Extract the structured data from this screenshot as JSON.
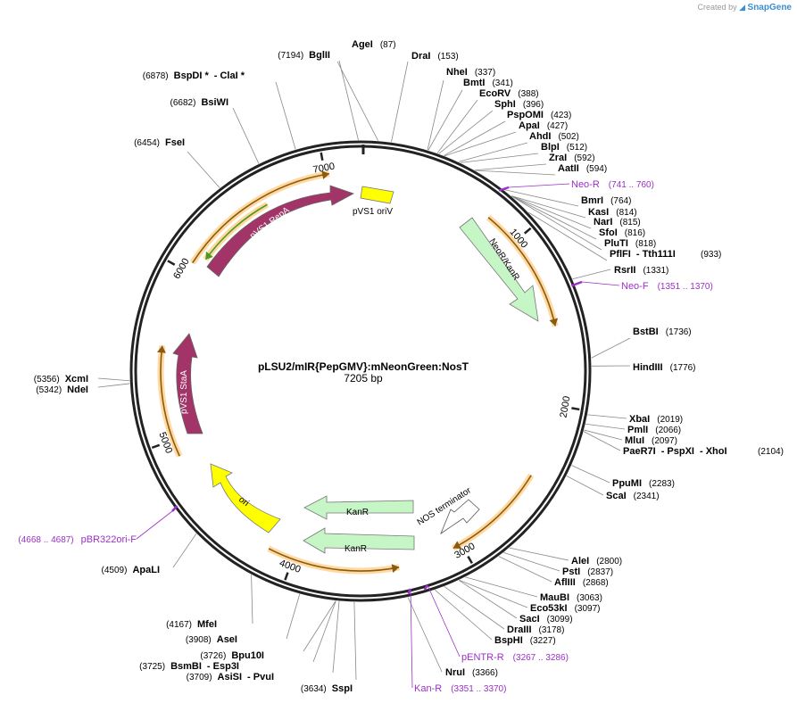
{
  "watermark": {
    "created_by": "Created by",
    "brand": "SnapGene"
  },
  "plasmid": {
    "name": "pLSU2/mIR{PepGMV}:mNeonGreen:NosT",
    "length_label": "7205 bp",
    "length": 7205
  },
  "ticks": [
    "1000",
    "2000",
    "3000",
    "4000",
    "5000",
    "6000",
    "7000"
  ],
  "enzymes": [
    {
      "name": "AgeI",
      "pos": "(87)",
      "at": 87
    },
    {
      "name": "DraI",
      "pos": "(153)",
      "at": 153
    },
    {
      "name": "NheI",
      "pos": "(337)",
      "at": 337
    },
    {
      "name": "BmtI",
      "pos": "(341)",
      "at": 341
    },
    {
      "name": "EcoRV",
      "pos": "(388)",
      "at": 388
    },
    {
      "name": "SphI",
      "pos": "(396)",
      "at": 396
    },
    {
      "name": "PspOMI",
      "pos": "(423)",
      "at": 423
    },
    {
      "name": "ApaI",
      "pos": "(427)",
      "at": 427
    },
    {
      "name": "AhdI",
      "pos": "(502)",
      "at": 502
    },
    {
      "name": "BlpI",
      "pos": "(512)",
      "at": 512
    },
    {
      "name": "ZraI",
      "pos": "(592)",
      "at": 592
    },
    {
      "name": "AatII",
      "pos": "(594)",
      "at": 594
    },
    {
      "name": "BmrI",
      "pos": "(764)",
      "at": 764
    },
    {
      "name": "KasI",
      "pos": "(814)",
      "at": 814
    },
    {
      "name": "NarI",
      "pos": "(815)",
      "at": 815
    },
    {
      "name": "SfoI",
      "pos": "(816)",
      "at": 816
    },
    {
      "name": "PluTI",
      "pos": "(818)",
      "at": 818
    },
    {
      "name": "PflFI",
      "name2": "- Tth111I",
      "pos": "(933)",
      "at": 933
    },
    {
      "name": "RsrII",
      "pos": "(1331)",
      "at": 1331
    },
    {
      "name": "BstBI",
      "pos": "(1736)",
      "at": 1736
    },
    {
      "name": "HindIII",
      "pos": "(1776)",
      "at": 1776
    },
    {
      "name": "XbaI",
      "pos": "(2019)",
      "at": 2019
    },
    {
      "name": "PmlI",
      "pos": "(2066)",
      "at": 2066
    },
    {
      "name": "MluI",
      "pos": "(2097)",
      "at": 2097
    },
    {
      "name": "PaeR7I",
      "name2": "- PspXI",
      "name3": "- XhoI",
      "pos": "(2104)",
      "at": 2104
    },
    {
      "name": "PpuMI",
      "pos": "(2283)",
      "at": 2283
    },
    {
      "name": "ScaI",
      "pos": "(2341)",
      "at": 2341
    },
    {
      "name": "AleI",
      "pos": "(2800)",
      "at": 2800
    },
    {
      "name": "PstI",
      "pos": "(2837)",
      "at": 2837
    },
    {
      "name": "AflIII",
      "pos": "(2868)",
      "at": 2868
    },
    {
      "name": "MauBI",
      "pos": "(3063)",
      "at": 3063
    },
    {
      "name": "Eco53kI",
      "pos": "(3097)",
      "at": 3097
    },
    {
      "name": "SacI",
      "pos": "(3099)",
      "at": 3099
    },
    {
      "name": "DraIII",
      "pos": "(3178)",
      "at": 3178
    },
    {
      "name": "BspHI",
      "pos": "(3227)",
      "at": 3227
    },
    {
      "name": "NruI",
      "pos": "(3366)",
      "at": 3366
    },
    {
      "name": "SspI",
      "pos": "(3634)",
      "at": 3634
    },
    {
      "name": "AsiSI",
      "name2": "- PvuI",
      "pos": "(3709)",
      "at": 3709
    },
    {
      "name": "BsmBI",
      "name2": "- Esp3I",
      "pos": "(3725)",
      "at": 3725
    },
    {
      "name": "Bpu10I",
      "pos": "(3726)",
      "at": 3726
    },
    {
      "name": "AseI",
      "pos": "(3908)",
      "at": 3908
    },
    {
      "name": "MfeI",
      "pos": "(4167)",
      "at": 4167
    },
    {
      "name": "ApaLI",
      "pos": "(4509)",
      "at": 4509
    },
    {
      "name": "NdeI",
      "pos": "(5342)",
      "at": 5342
    },
    {
      "name": "XcmI",
      "pos": "(5356)",
      "at": 5356
    },
    {
      "name": "FseI",
      "pos": "(6454)",
      "at": 6454
    },
    {
      "name": "BsiWI",
      "pos": "(6682)",
      "at": 6682
    },
    {
      "name": "BspDI *",
      "name2": "- ClaI *",
      "pos": "(6878)",
      "at": 6878
    },
    {
      "name": "BglII",
      "pos": "(7194)",
      "at": 7194
    }
  ],
  "primers": [
    {
      "name": "Neo-R",
      "range": "(741 .. 760)",
      "at": 750
    },
    {
      "name": "Neo-F",
      "range": "(1351 .. 1370)",
      "at": 1360
    },
    {
      "name": "pENTR-R",
      "range": "(3267 .. 3286)",
      "at": 3276
    },
    {
      "name": "Kan-R",
      "range": "(3351 .. 3370)",
      "at": 3360
    },
    {
      "name": "pBR322ori-F",
      "range": "(4668 .. 4687)",
      "at": 4677
    }
  ],
  "features": [
    {
      "name": "pVS1 oriV",
      "color": "#ffff00"
    },
    {
      "name": "NeoR/KanR",
      "color": "#c6f5c6"
    },
    {
      "name": "NOS terminator",
      "color": "#ffffff"
    },
    {
      "name": "KanR",
      "color": "#c6f5c6"
    },
    {
      "name": "KanR",
      "color": "#c6f5c6"
    },
    {
      "name": "ori",
      "color": "#ffff00"
    },
    {
      "name": "pVS1 StaA",
      "color": "#a23468"
    },
    {
      "name": "pVS1 RepA",
      "color": "#a23468"
    }
  ],
  "colors": {
    "primer": "#9b30c8",
    "orf_fill": "#ffd9a0",
    "orf_stroke": "#8a5a10",
    "green_orf": "#4a9a20"
  }
}
